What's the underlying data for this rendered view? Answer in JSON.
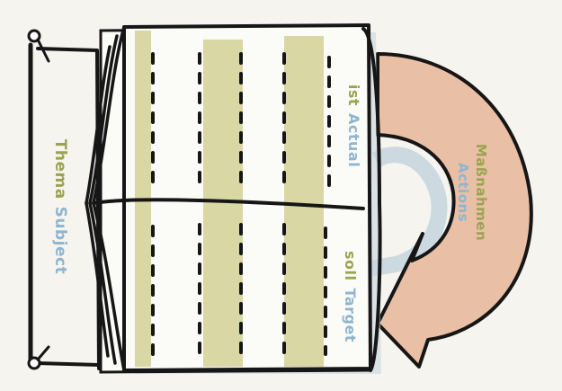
{
  "thema": {
    "de": "Thema",
    "en": "Subject"
  },
  "ist": {
    "de": "ist",
    "en": "Actual"
  },
  "soll": {
    "de": "soll",
    "en": "Target"
  },
  "massnahmen": {
    "de": "Maßnahmen",
    "en": "Actions"
  },
  "colors": {
    "ink": "#161616",
    "label_de": "#9aa44f",
    "label_en": "#8fb5cf",
    "arrow_fill": "#e9bfa5",
    "shadow": "#c9d6de",
    "stripe": "#d5d49a",
    "page": "#fbfbf8",
    "background": "#f6f4ef"
  },
  "icons": {
    "pin": "pin-icon",
    "arrow": "curved-arrow-icon"
  }
}
